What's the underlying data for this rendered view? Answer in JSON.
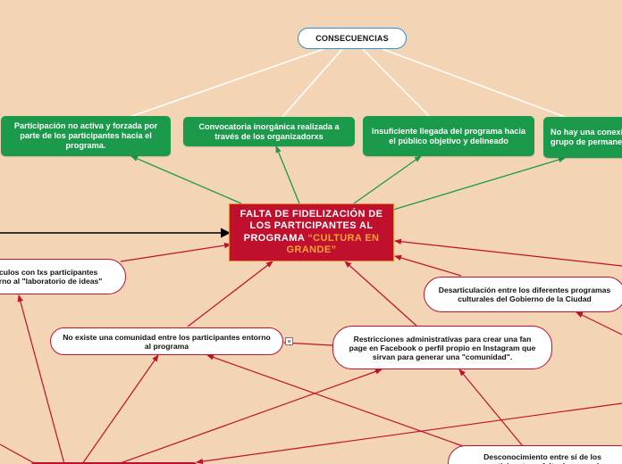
{
  "central_topic": {
    "text_main": "FALTA DE FIDELIZACIÓN DE LOS PARTICIPANTES AL PROGRAMA",
    "text_highlight": "“CULTURA EN GRANDE”"
  },
  "consequences_label": "CONSECUENCIAS",
  "consequences": [
    "Participación no activa y forzada por parte de los  participantes hacia el programa.",
    "Convocatoria inorgánica realizada a través de los organizadorxs",
    "Insuficiente llegada del programa hacia el público objetivo y delineado",
    "No hay una conexión a un grupo de permanentes"
  ],
  "causes": [
    "Vínculos con lxs participantes entorno al \"laboratorio de ideas\"",
    "Desarticulación entre los diferentes programas culturales del Gobierno de la Ciudad",
    "No existe una comunidad entre los participantes entorno al programa",
    "Restricciones administrativas para crear una fan page en Facebook o perfil propio en Instagram que sirvan para generar una \"comunidad\".",
    "Desconocimiento entre sí de los participantes y falta de una red"
  ],
  "note_icon": "≡",
  "colors": {
    "background": "#f3d4b4",
    "central_fill": "#c0102d",
    "central_border": "#e68a2e",
    "highlight_text": "#f5a33a",
    "consequence_fill": "#1a9a4a",
    "consequence_link": "#1a9a4a",
    "cause_border": "#c0102d",
    "cause_link": "#c0102d",
    "consequences_label_border": "#2b8fd0"
  }
}
